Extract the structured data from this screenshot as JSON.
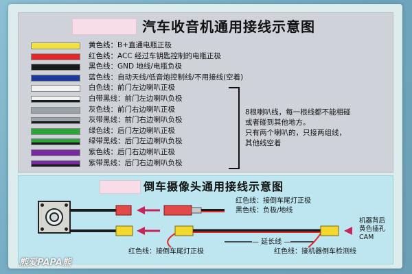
{
  "top_panel": {
    "title": "汽车收音机通用接线示意图",
    "wires": [
      {
        "label": "黄色线：B+直通电瓶正极",
        "color": "#f3e23a",
        "stripe": null
      },
      {
        "label": "红色线：ACC 经过车钥匙控制的电瓶正极",
        "color": "#e2282a",
        "stripe": null
      },
      {
        "label": "黑色线：GND 地线/电瓶负极",
        "color": "#1a1a1a",
        "stripe": null
      },
      {
        "label": "蓝色线：自动天线/低音炮控制线/不用接线(空着)",
        "color": "#1d3b9c",
        "stripe": null
      },
      {
        "label": "白色线：前门左边喇叭正极",
        "color": "#f2f2f2",
        "stripe": null
      },
      {
        "label": "白带黑线：前门左边喇叭负极",
        "color": "#f2f2f2",
        "stripe": "#1a1a1a"
      },
      {
        "label": "灰色线：前门右边喇叭正极",
        "color": "#9aa3a8",
        "stripe": null
      },
      {
        "label": "灰带黑线：前门右边喇叭负极",
        "color": "#9aa3a8",
        "stripe": "#1a1a1a"
      },
      {
        "label": "绿色线：后门左边喇叭正极",
        "color": "#2ea33a",
        "stripe": null
      },
      {
        "label": "绿带黑线：后门左边喇叭负极",
        "color": "#2ea33a",
        "stripe": "#1a1a1a"
      },
      {
        "label": "紫色线：后门右边喇叭正极",
        "color": "#7a2aa0",
        "stripe": null
      },
      {
        "label": "紫带黑线：后门右边喇叭负极",
        "color": "#7a2aa0",
        "stripe": "#1a1a1a"
      }
    ],
    "note": [
      "8根喇叭线，每一根线都不能相碰",
      "或者碰到其他地方。",
      "只有两个喇叭的，只接两组线，",
      "其他线空着"
    ]
  },
  "bottom_panel": {
    "title": "倒车摄像头通用接线示意图",
    "red_wire_upper": "红色线：接倒车尾灯正极",
    "black_wire_upper": "黑色线：负极/地线",
    "extension": "— 延长线 —",
    "red_wire_lower_left": "红色线：接倒车尾灯正极",
    "red_wire_lower_right": "红色线：接机器倒车检测线",
    "device_label": [
      "机器背后",
      "黄色插孔",
      "CAM"
    ]
  },
  "colors": {
    "red": "#e2282a",
    "yellow": "#f3e23a",
    "black": "#1a1a1a",
    "connector_red": "#e24a4a",
    "connector_yellow": "#f1d72e",
    "arrow": "#c8245a"
  },
  "watermark": "熊爱PAPA熊"
}
